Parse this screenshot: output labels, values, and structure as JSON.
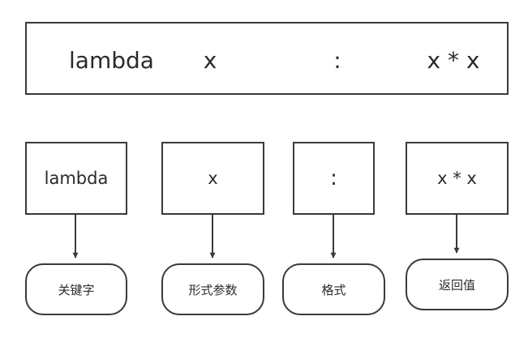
{
  "banner": {
    "keyword": "lambda",
    "param": "x",
    "separator": ":",
    "expression": "x * x"
  },
  "parts": [
    {
      "code": "lambda",
      "label": "关键字"
    },
    {
      "code": "x",
      "label": "形式参数"
    },
    {
      "code": ":",
      "label": "格式"
    },
    {
      "code": "x * x",
      "label": "返回值"
    }
  ],
  "colors": {
    "stroke": "#3a3a3a",
    "text": "#2b2b2b",
    "background": "#ffffff"
  }
}
